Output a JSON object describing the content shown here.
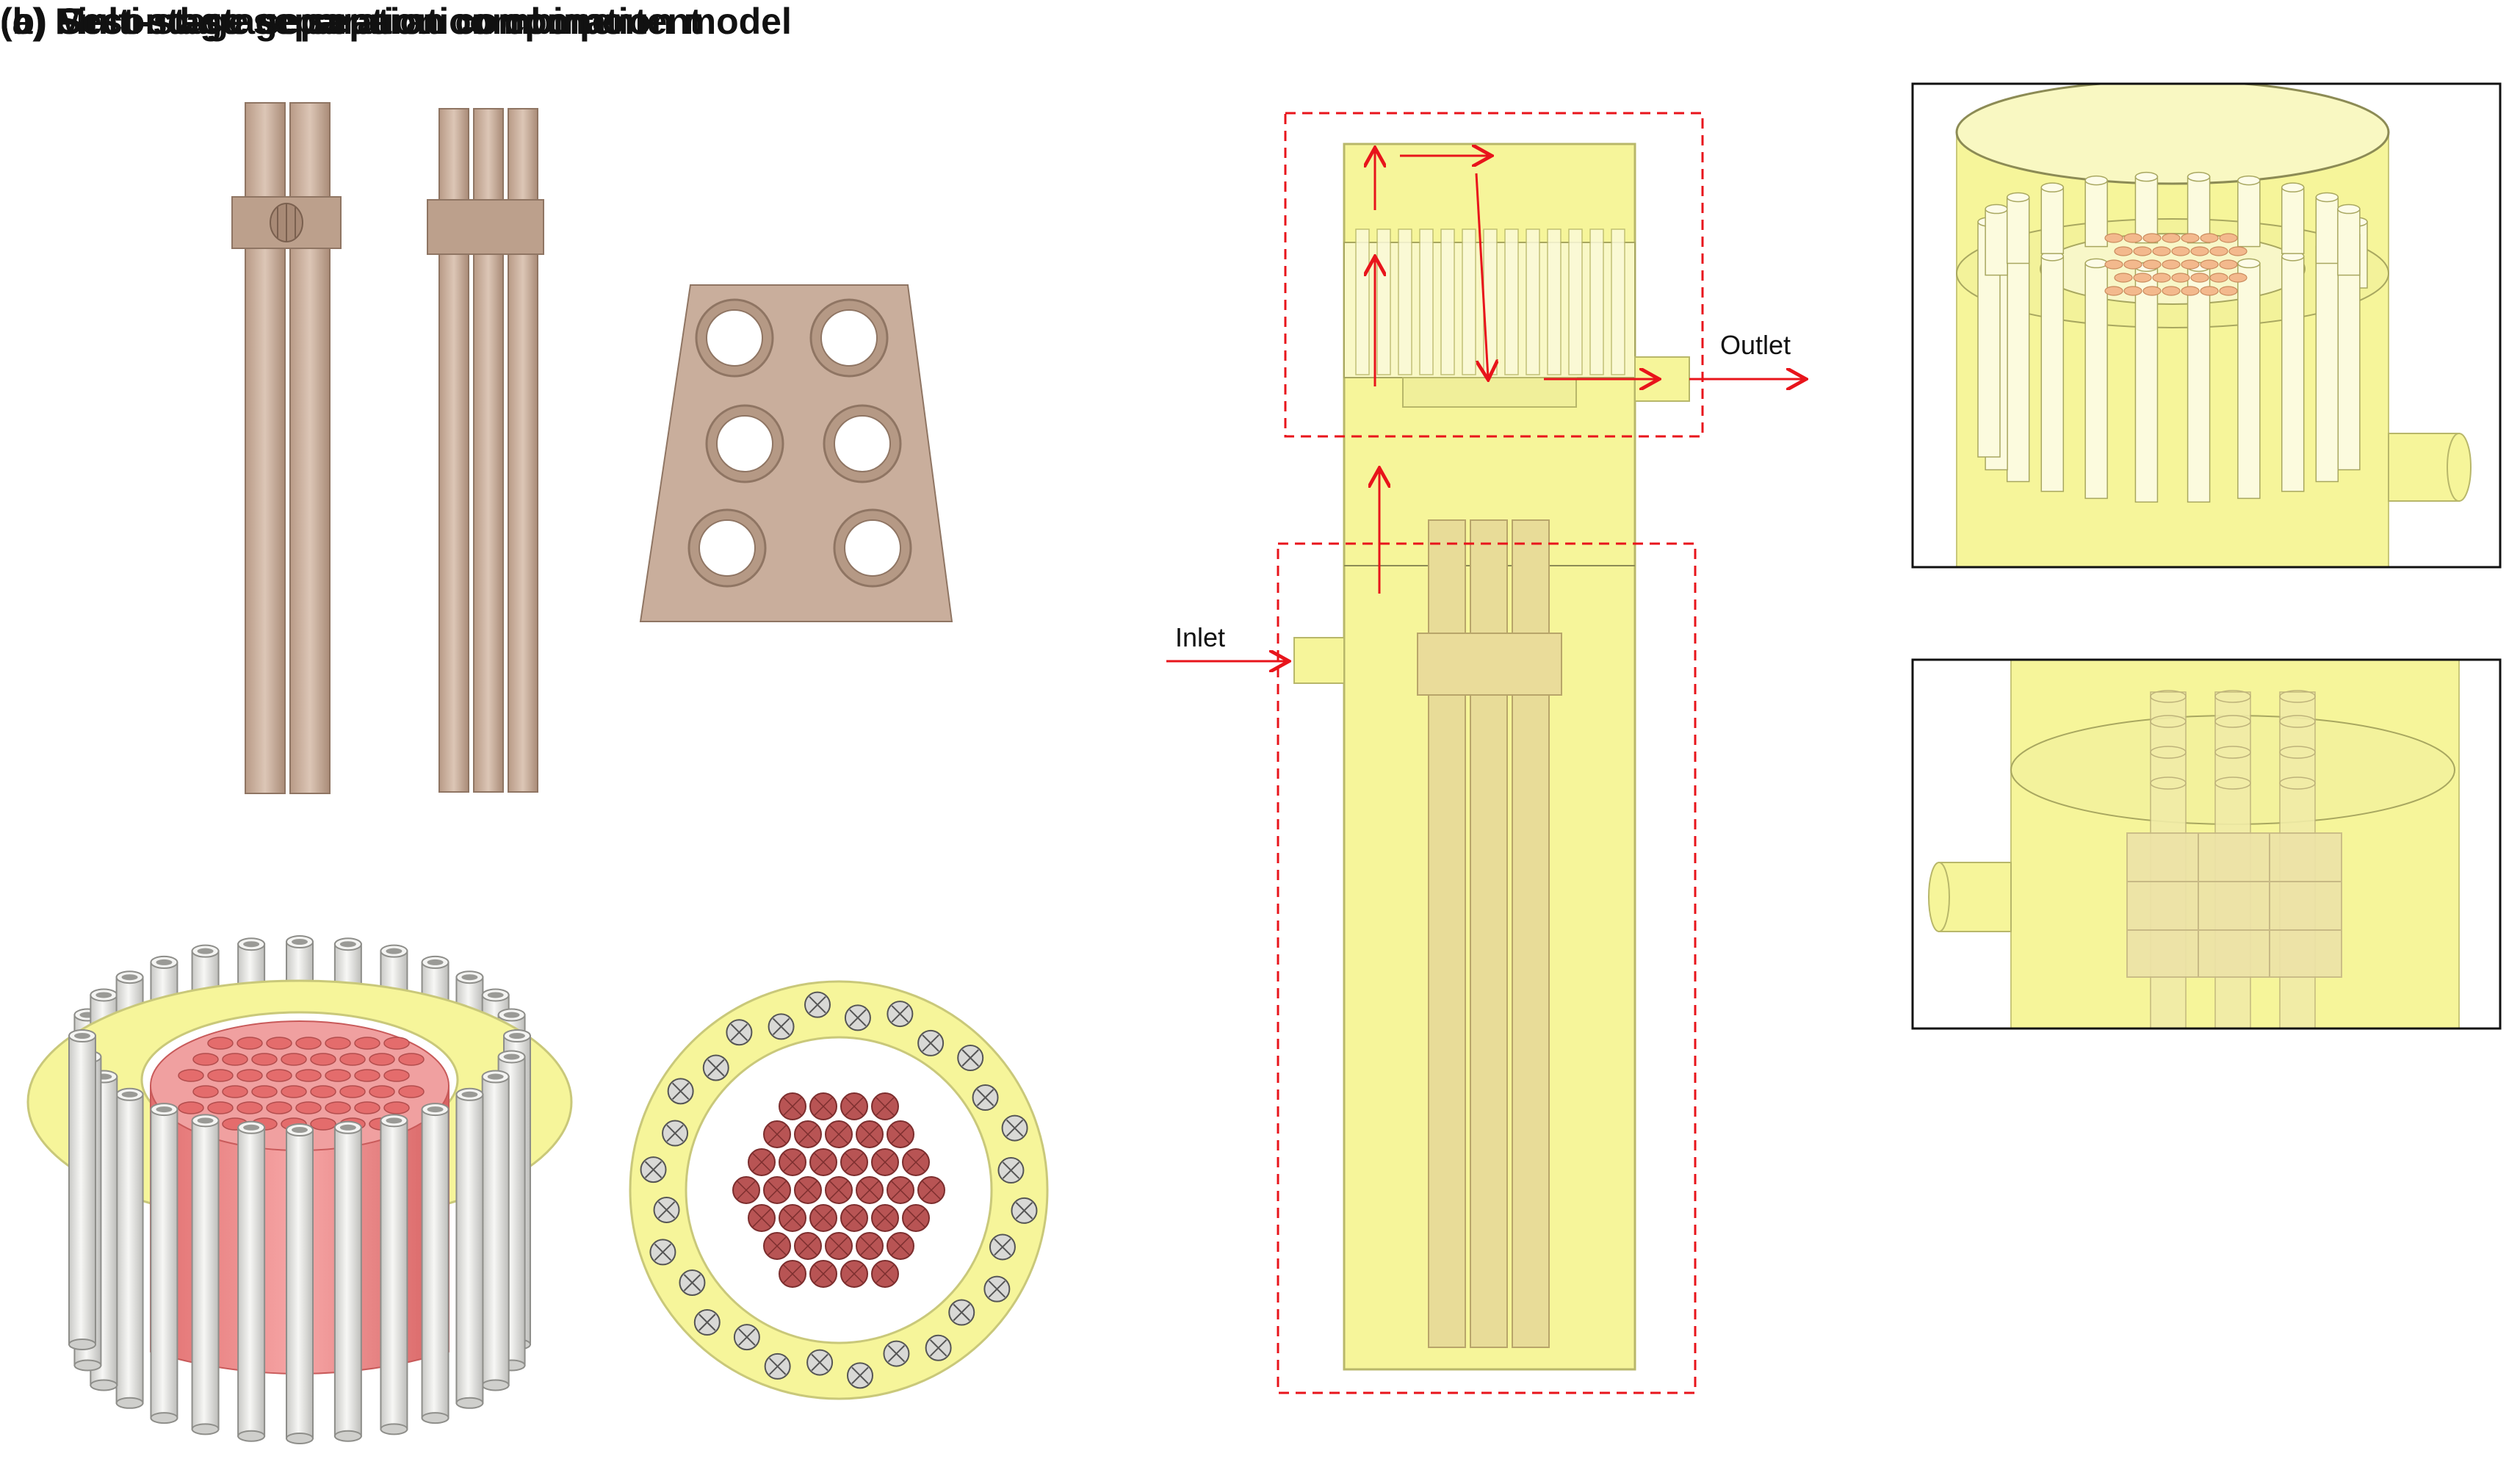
{
  "panels": {
    "a": {
      "title": "(a) First-stage separation component"
    },
    "b": {
      "title": "(b) Second-stage separation component"
    },
    "c": {
      "title": "(c) Multi-stage separation combination model",
      "inlet_label": "Inlet",
      "outlet_label": "Outlet"
    }
  },
  "colors": {
    "pipe_brown": "#c7ad9a",
    "pipe_brown_dark": "#8f7563",
    "vessel_yellow": "#f6f59a",
    "vessel_edge": "#c9c87a",
    "tube_red": "#e47b7b",
    "tube_orange": "#f3b98d",
    "tube_white": "#e9e9e6",
    "flow_arrow": "#e8141b",
    "dashed_box": "#e8141b"
  }
}
